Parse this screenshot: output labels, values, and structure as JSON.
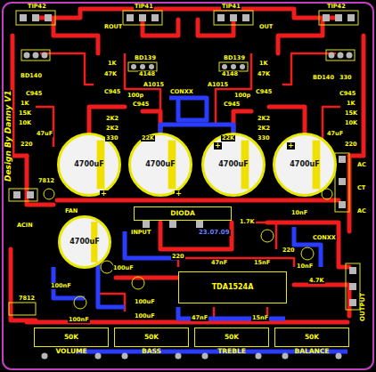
{
  "diagram": {
    "nodes": [
      {
        "text": [
          "4700uF"
        ]
      },
      {
        "text": [
          "4700uF"
        ]
      },
      {
        "text": [
          "4700uF"
        ]
      },
      {
        "text": [
          "4700uF"
        ]
      },
      {
        "text": [
          "4700uF"
        ]
      },
      {
        "text": [
          "DIODA"
        ]
      },
      {
        "text": [
          "TDA1524A"
        ]
      },
      {
        "text": [
          "50K",
          "VOLUME"
        ]
      },
      {
        "text": [
          "50K",
          "BASS"
        ]
      },
      {
        "text": [
          "50K",
          "TREBLE"
        ]
      },
      {
        "text": [
          "50K",
          "BALANCE"
        ]
      }
    ],
    "labels": [
      "Design By Danny V1",
      "TIP42",
      "TIP41",
      "TIP41",
      "TIP42",
      "ROUT",
      "OUT",
      "BD140",
      "BD139",
      "BD139",
      "BD140",
      "1K",
      "47K",
      "4148",
      "C945",
      "C945",
      "A1015",
      "100p",
      "C945",
      "1K",
      "15K",
      "10K",
      "47uF",
      "220",
      "2K2",
      "2K2",
      "330",
      "22K",
      "CONXX",
      "1K",
      "47K",
      "4148",
      "C945",
      "C945",
      "A1015",
      "100p",
      "C945",
      "330",
      "1K",
      "15K",
      "10K",
      "47uF",
      "220",
      "2K2",
      "2K2",
      "330",
      "22K",
      "+",
      "+",
      "+",
      "+",
      "7812",
      "FAN",
      "ACIN",
      "INPUT",
      "23.07.09",
      "1.7K",
      "10nF",
      "CONXX",
      "220",
      "10nF",
      "4.7K",
      "AC",
      "CT",
      "AC",
      "OUTPUT",
      "100uF",
      "220",
      "47nF",
      "15nF",
      "47nF",
      "15nF",
      "100uF",
      "100uF",
      "100nF",
      "100nF",
      "7812"
    ]
  }
}
